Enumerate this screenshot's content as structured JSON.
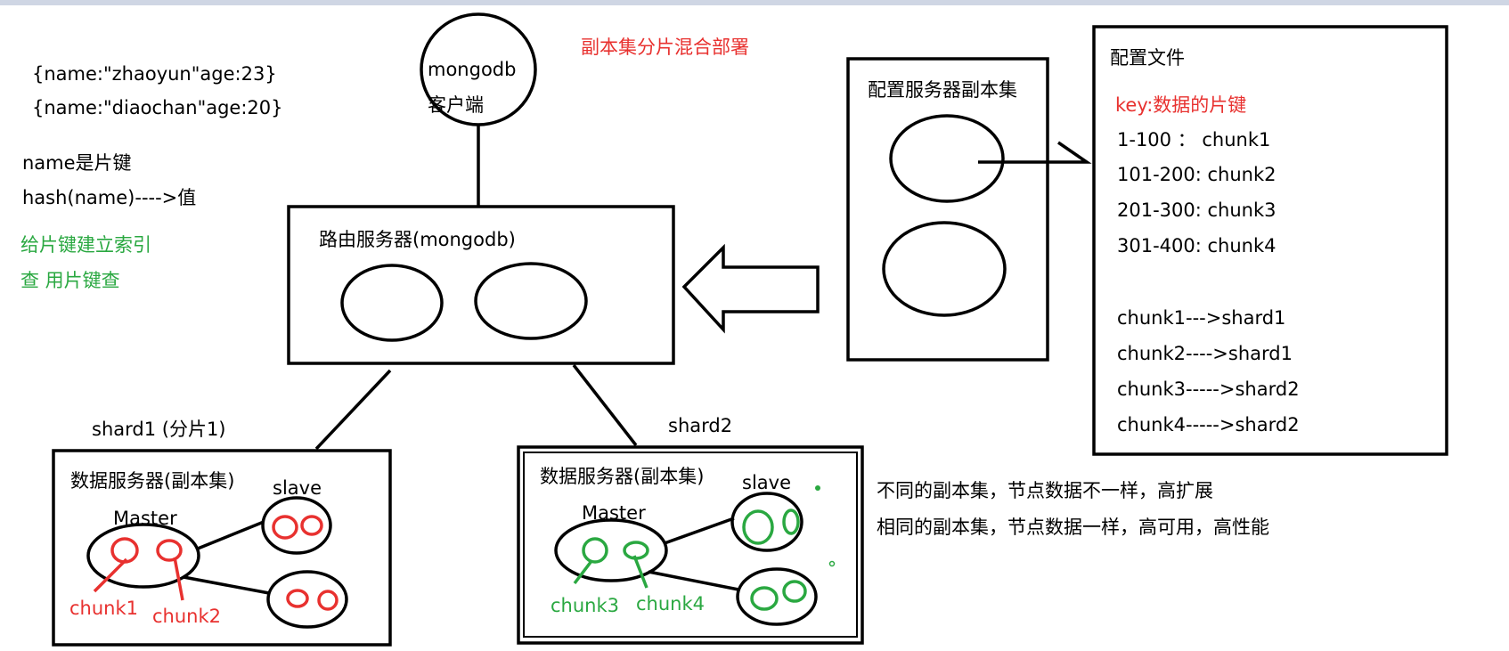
{
  "colors": {
    "red": "#e8312f",
    "green": "#2aa841",
    "ink": "#000000"
  },
  "title": "副本集分片混合部署",
  "left_notes": {
    "doc1": "{name:\"zhaoyun\"age:23}",
    "doc2": "{name:\"diaochan\"age:20}",
    "shard_key_line": "name是片键",
    "hash_line": "hash(name)---->值",
    "index_line": "给片键建立索引",
    "query_line": "查 用片键查"
  },
  "client": {
    "line1": "mongodb",
    "line2": "客户端"
  },
  "router": {
    "label": "路由服务器(mongodb)"
  },
  "config_servers": {
    "label": "配置服务器副本集"
  },
  "config_file": {
    "title": "配置文件",
    "key_line": "key:数据的片键",
    "ranges": [
      "1-100 ：  chunk1",
      "101-200: chunk2",
      "201-300: chunk3",
      "301-400: chunk4"
    ],
    "mapping": [
      "chunk1--->shard1",
      "chunk2---->shard1",
      "chunk3----->shard2",
      "chunk4----->shard2"
    ]
  },
  "shard1": {
    "title": "shard1 (分片1)",
    "box_label": "数据服务器(副本集)",
    "master": "Master",
    "slave": "slave",
    "chunk_a": "chunk1",
    "chunk_b": "chunk2"
  },
  "shard2": {
    "title": "shard2",
    "box_label": "数据服务器(副本集)",
    "master": "Master",
    "slave": "slave",
    "chunk_a": "chunk3",
    "chunk_b": "chunk4"
  },
  "notes": {
    "different": "不同的副本集，节点数据不一样，高扩展",
    "same": "相同的副本集，节点数据一样，高可用，高性能"
  }
}
